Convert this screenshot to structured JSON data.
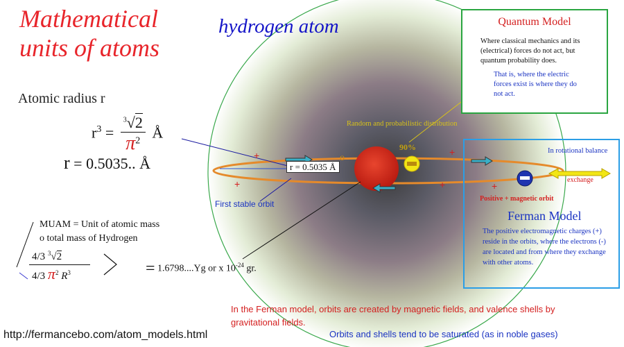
{
  "title": {
    "main": "Mathematical\nunits of atoms",
    "atom": "hydrogen atom"
  },
  "radius": {
    "label": "Atomic radius  r",
    "eq_lhs": "r",
    "eq_lhs_exp": "3",
    "eq_equals": "=",
    "eq_root_index": "3",
    "eq_root_radicand": "2",
    "eq_pi": "π",
    "eq_pi_exp": "2",
    "eq_unit": "Å",
    "result_r": "r",
    "result_eq": "= 0.5035..",
    "result_unit": "Å"
  },
  "mass": {
    "muam_line1": "MUAM = Unit of atomic mass",
    "muam_line2": "o total mass of Hydrogen",
    "num_coef": "4/3",
    "num_root_index": "3",
    "num_root_radicand": "2",
    "den_coef": "4/3",
    "den_pi": "π",
    "den_pi_exp": "2",
    "den_R": "R",
    "den_R_exp": "3",
    "equals": "=",
    "result": "1.6798....Yg  or  x 10",
    "result_exp": "-24",
    "result_unit": "gr."
  },
  "diagram": {
    "random": "Random and probabilistic distribution",
    "percent": "90%",
    "r_label": "r = 0.5035 Å",
    "electron_small": "o",
    "first_orbit": "First stable orbit",
    "plus": "+",
    "colors": {
      "nucleus": "#d42a1a",
      "electron_yellow": "#f2e615",
      "electron_blue": "#1f34b0",
      "orbit": "#e58a2b"
    }
  },
  "quantum": {
    "title": "Quantum  Model",
    "text1": "Where classical mechanics and its (electrical) forces do not act, but quantum probability does.",
    "text2": "That is, where the electric forces exist is where they do not act."
  },
  "ferman": {
    "rotational": "In rotational balance",
    "exchange": "exchange",
    "pos_orbit": "Positive + magnetic orbit",
    "title": "Ferman Model",
    "text": "The positive electromagnetic charges (+) reside in the orbits, where the electrons (-) are located and from where they exchange with other atoms."
  },
  "footer": {
    "red": "In the Ferman model, orbits are created by magnetic fields, and valence shells by gravitational fields.",
    "blue": "Orbits and shells tend to be saturated (as in noble gases)",
    "url": "http://fermancebo.com/atom_models.html"
  }
}
